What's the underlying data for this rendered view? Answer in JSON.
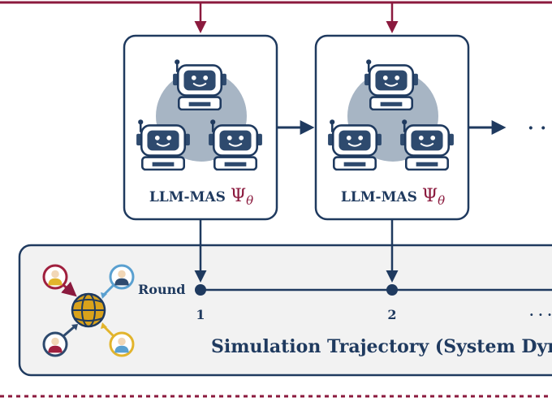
{
  "colors": {
    "navy": "#1f3a5f",
    "crimson": "#8b1a3e",
    "halo": "#a7b5c4",
    "robot_face": "#2e4a6e",
    "robot_body": "#ffffff",
    "panel_bg": "#f2f2f2",
    "globe": "#d9a21b",
    "blue_agent": "#5aa0d0",
    "red_agent": "#a0203e",
    "yellow_agent": "#e2b42c",
    "navy_agent": "#2e4a6e"
  },
  "mas_blocks": [
    {
      "label": "LLM-MAS",
      "symbol": "Ψ",
      "subscript": "θ"
    },
    {
      "label": "LLM-MAS",
      "symbol": "Ψ",
      "subscript": "θ"
    }
  ],
  "continuation": "· ·",
  "trajectory": {
    "round_label": "Round",
    "ticks": [
      "1",
      "2"
    ],
    "ellipsis": "· · ·",
    "title": "Simulation Trajectory (System Dyna"
  }
}
